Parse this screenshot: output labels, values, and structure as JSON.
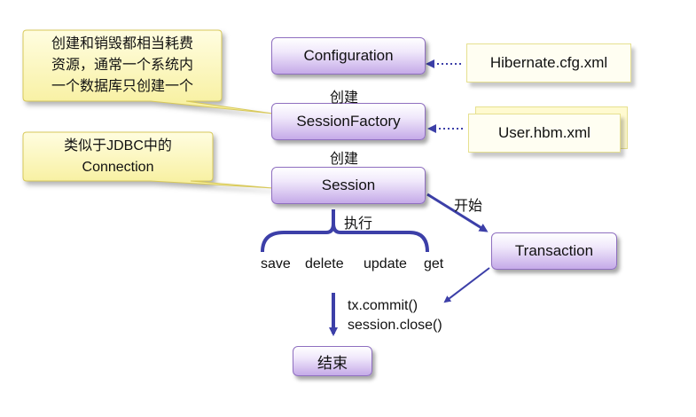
{
  "nodes": {
    "configuration": "Configuration",
    "session_factory": "SessionFactory",
    "session": "Session",
    "transaction": "Transaction",
    "end": "结束"
  },
  "files": {
    "hibernate_cfg": "Hibernate.cfg.xml",
    "user_hbm": "User.hbm.xml"
  },
  "callouts": {
    "session_factory_note": [
      "创建和销毁都相当耗费",
      "资源，通常一个系统内",
      "一个数据库只创建一个"
    ],
    "session_note": [
      "类似于JDBC中的",
      "Connection"
    ]
  },
  "edge_labels": {
    "create_1": "创建",
    "create_2": "创建",
    "begin": "开始",
    "execute": "执行"
  },
  "operations": [
    "save",
    "delete",
    "update",
    "get"
  ],
  "commit_steps": [
    "tx.commit()",
    "session.close()"
  ]
}
